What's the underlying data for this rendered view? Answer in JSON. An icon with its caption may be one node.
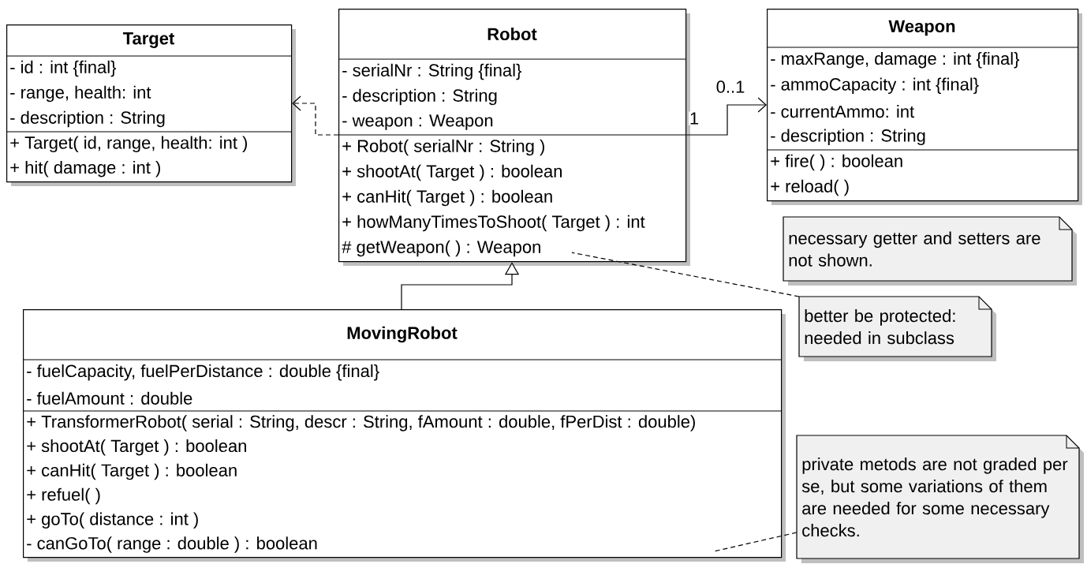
{
  "diagram": {
    "nodes": [
      {
        "text": [
          "Target",
          "- id : int {final}",
          "- range, health: int",
          "- description : String",
          "+ Target( id, range, health: int )",
          "+ hit( damage : int )"
        ]
      },
      {
        "text": [
          "Robot",
          "- serialNr : String {final}",
          "- description : String",
          "- weapon : Weapon",
          "+ Robot( serialNr : String )",
          "+ shootAt( Target ) : boolean",
          "+ canHit( Target ) : boolean",
          "+ howManyTimesToShoot( Target ) : int",
          "# getWeapon( ) : Weapon"
        ]
      },
      {
        "text": [
          "Weapon",
          "- maxRange, damage : int {final}",
          "- ammoCapacity : int {final}",
          "- currentAmmo: int",
          "- description : String",
          "+ fire( ) : boolean",
          "+ reload( )"
        ]
      },
      {
        "text": [
          "MovingRobot",
          "- fuelCapacity, fuelPerDistance : double {final}",
          "- fuelAmount : double",
          "+ TransformerRobot( serial : String, descr : String, fAmount : double, fPerDist : double)",
          "+ shootAt( Target ) : boolean",
          "+ canHit( Target ) : boolean",
          "+ refuel( )",
          "+ goTo( distance : int )",
          "- canGoTo( range : double ) : boolean"
        ]
      },
      {
        "text": [
          "necessary getter and setters are not shown."
        ]
      },
      {
        "text": [
          "better be protected: needed in subclass"
        ]
      },
      {
        "text": [
          "private metods are not graded per se, but some variations of them are needed for some necessary checks."
        ]
      }
    ],
    "edges": [
      {
        "from": 1,
        "to": 0,
        "arrow": "to",
        "style": "dashed"
      },
      {
        "from": 1,
        "to": 2,
        "arrow": "to",
        "label": "0..1"
      },
      {
        "from": 3,
        "to": 1,
        "arrow": "to"
      },
      {
        "from": 5,
        "to": 1,
        "arrow": "none",
        "style": "dashed"
      },
      {
        "from": 6,
        "to": 3,
        "arrow": "none",
        "style": "dashed"
      }
    ],
    "labels": [
      "1"
    ]
  }
}
